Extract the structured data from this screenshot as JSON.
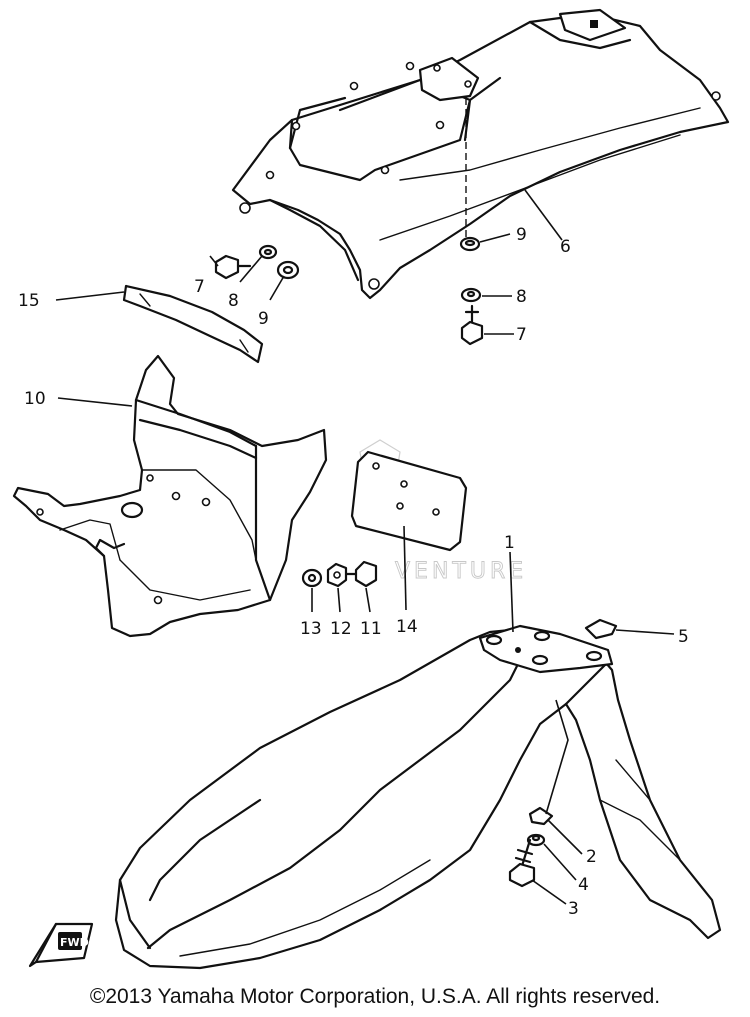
{
  "diagram": {
    "callouts": [
      "15",
      "10",
      "7",
      "8",
      "9",
      "6",
      "9",
      "8",
      "7",
      "13",
      "12",
      "11",
      "14",
      "1",
      "5",
      "2",
      "4",
      "3"
    ],
    "watermark": "VENTURE",
    "fwd_label": "FWD"
  },
  "footer": {
    "copyright": "©2013 Yamaha Motor Corporation, U.S.A. All rights reserved."
  }
}
